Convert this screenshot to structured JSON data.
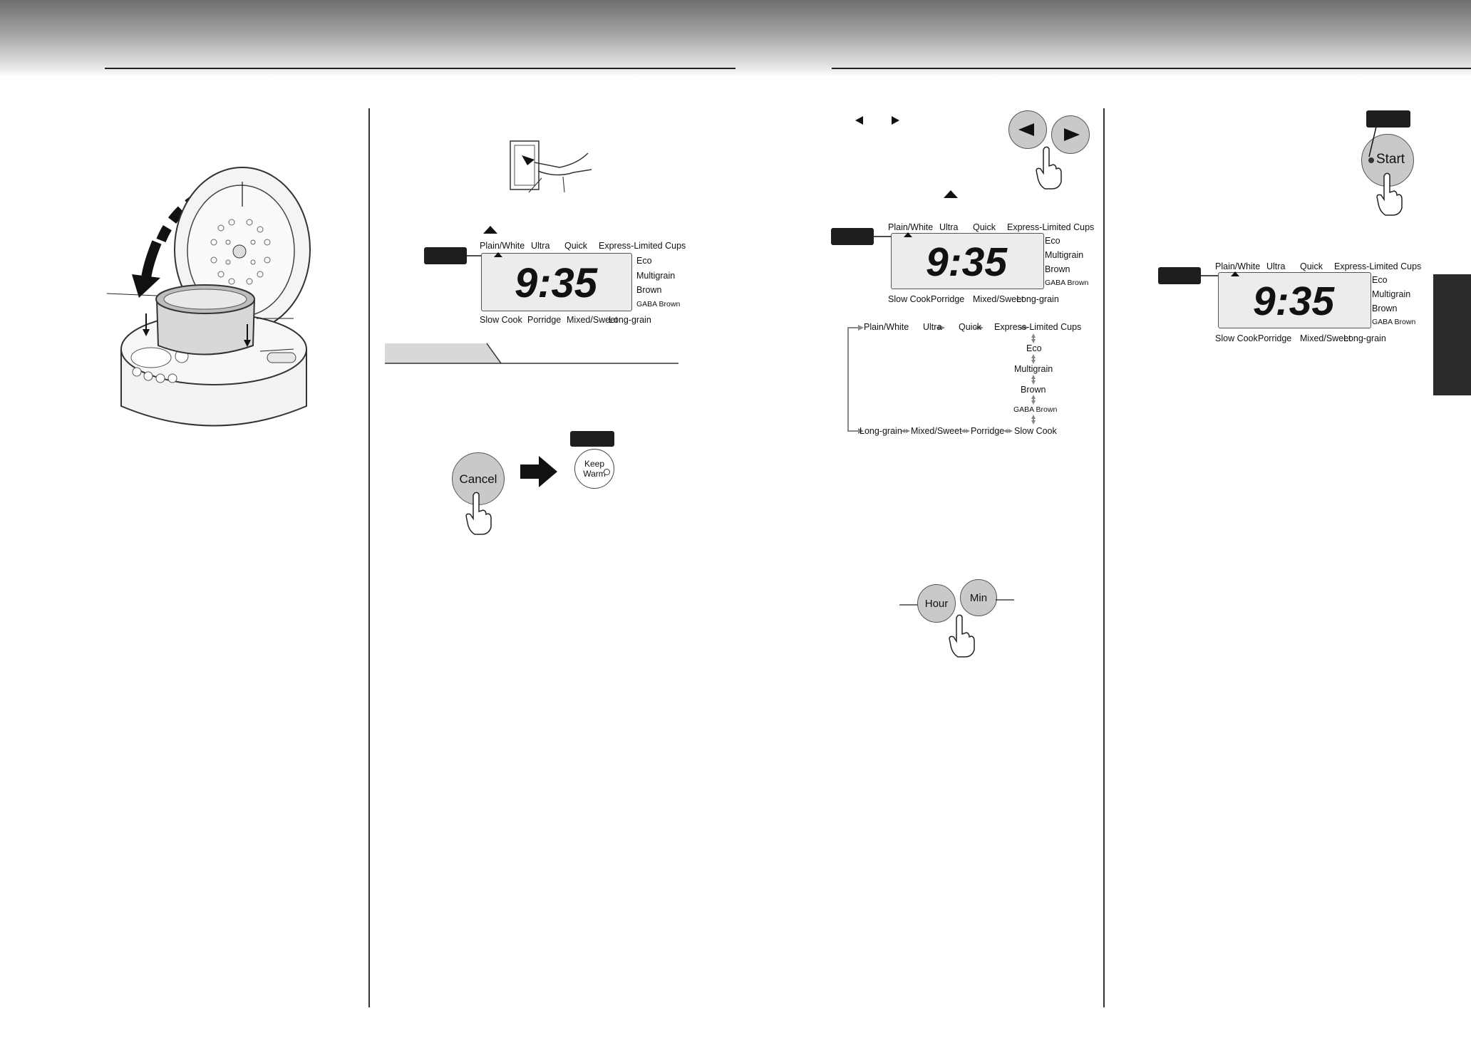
{
  "lcd": {
    "time": "9:35",
    "top_labels": [
      "Plain/White",
      "Ultra",
      "Quick",
      "Express-Limited Cups"
    ],
    "right_labels": [
      "Eco",
      "Multigrain",
      "Brown",
      "GABA Brown"
    ],
    "bottom_labels": [
      "Slow Cook",
      "Porridge",
      "Mixed/Sweet",
      "Long-grain"
    ]
  },
  "buttons": {
    "cancel": "Cancel",
    "keep_warm_1": "Keep",
    "keep_warm_2": "Warm",
    "hour": "Hour",
    "min": "Min",
    "start": "Start"
  },
  "menu_cycle": {
    "top": [
      "Plain/White",
      "Ultra",
      "Quick",
      "Express-Limited Cups"
    ],
    "right": [
      "Eco",
      "Multigrain",
      "Brown",
      "GABA Brown"
    ],
    "bottom": [
      "Long-grain",
      "Mixed/Sweet",
      "Porridge",
      "Slow Cook"
    ]
  },
  "colors": {
    "header_dark": "#6e6e6e",
    "button_fill": "#c9c9c9",
    "lcd_fill": "#ececec",
    "badge": "#1e1e1e"
  }
}
